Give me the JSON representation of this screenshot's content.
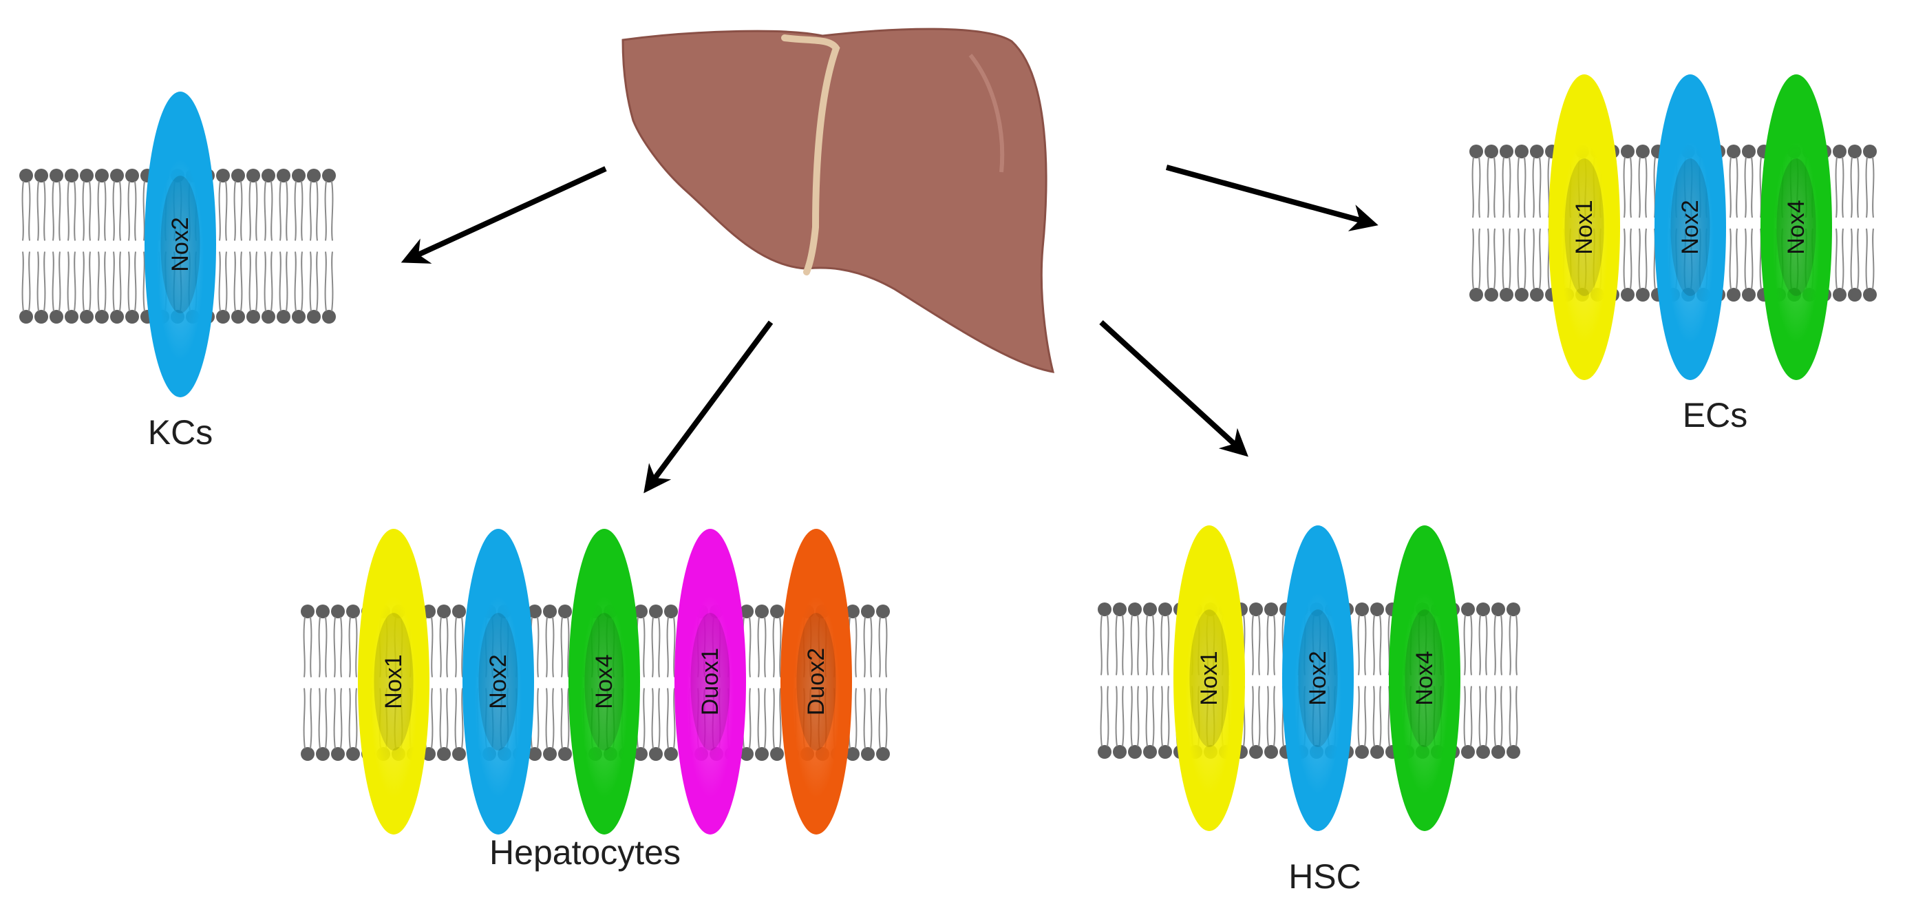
{
  "cells": [
    {
      "id": "kcs",
      "label": "KCs",
      "proteins": [
        {
          "name": "Nox2",
          "color": "#12a6e6"
        }
      ]
    },
    {
      "id": "ecs",
      "label": "ECs",
      "proteins": [
        {
          "name": "Nox1",
          "color": "#f2ef00"
        },
        {
          "name": "Nox2",
          "color": "#12a6e6"
        },
        {
          "name": "Nox4",
          "color": "#14c414"
        }
      ]
    },
    {
      "id": "hepatocytes",
      "label": "Hepatocytes",
      "proteins": [
        {
          "name": "Nox1",
          "color": "#f2ef00"
        },
        {
          "name": "Nox2",
          "color": "#12a6e6"
        },
        {
          "name": "Nox4",
          "color": "#14c414"
        },
        {
          "name": "Duox1",
          "color": "#ee10e8"
        },
        {
          "name": "Duox2",
          "color": "#ee5a0c"
        }
      ]
    },
    {
      "id": "hsc",
      "label": "HSC",
      "proteins": [
        {
          "name": "Nox1",
          "color": "#f2ef00"
        },
        {
          "name": "Nox2",
          "color": "#12a6e6"
        },
        {
          "name": "Nox4",
          "color": "#14c414"
        }
      ]
    }
  ],
  "colors": {
    "liver": "#a56a5e",
    "liver_dark": "#8a5046",
    "ligament": "#e2c7a6",
    "lipid": "#5e5e5e",
    "arrow": "#000000"
  }
}
